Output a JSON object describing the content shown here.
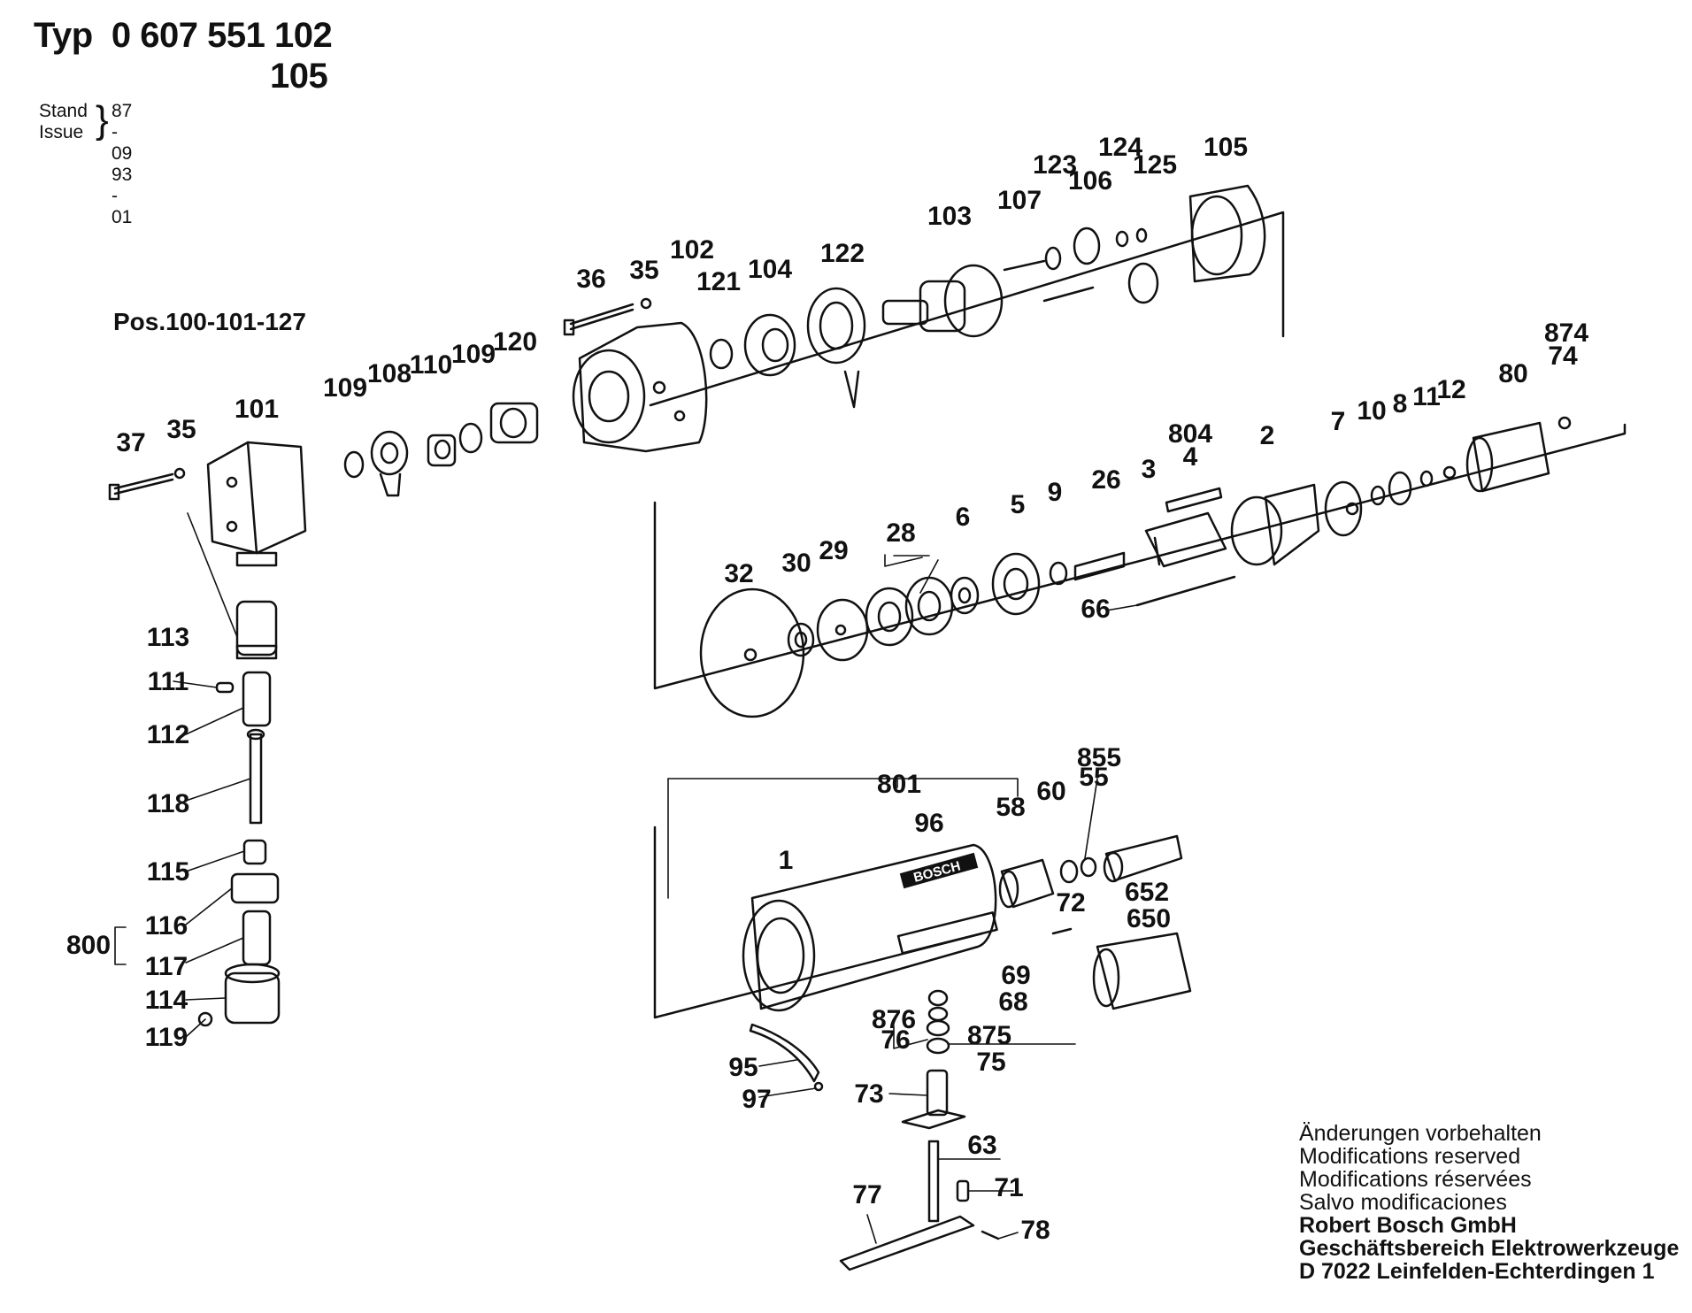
{
  "header": {
    "typ_prefix": "Typ",
    "typ_number": "0 607 551 102",
    "typ_number2": "105",
    "stand_label": "Stand",
    "issue_label": "Issue",
    "stand_value": "87 - 09",
    "issue_value": "93 - 01"
  },
  "pos_label": "Pos.100-101-127",
  "notes": {
    "lines": [
      "Änderungen vorbehalten",
      "Modifications reserved",
      "Modifications réservées",
      "Salvo modificaciones"
    ],
    "company": [
      "Robert Bosch GmbH",
      "Geschäftsbereich Elektrowerkzeuge",
      "D 7022 Leinfelden-Echterdingen 1"
    ]
  },
  "brand_plate": "BOSCH",
  "part_labels": [
    "37",
    "35",
    "101",
    "109",
    "108",
    "110",
    "109",
    "120",
    "36",
    "35",
    "102",
    "121",
    "104",
    "122",
    "103",
    "107",
    "123",
    "106",
    "124",
    "125",
    "105",
    "113",
    "111",
    "112",
    "118",
    "115",
    "116",
    "800",
    "117",
    "114",
    "119",
    "32",
    "30",
    "29",
    "28",
    "6",
    "5",
    "9",
    "26",
    "3",
    "804",
    "4",
    "66",
    "2",
    "7",
    "10",
    "8",
    "11",
    "12",
    "80",
    "874",
    "74",
    "801",
    "1",
    "96",
    "58",
    "60",
    "855",
    "55",
    "652",
    "72",
    "650",
    "69",
    "68",
    "876",
    "76",
    "875",
    "75",
    "95",
    "97",
    "73",
    "63",
    "71",
    "77",
    "78"
  ]
}
